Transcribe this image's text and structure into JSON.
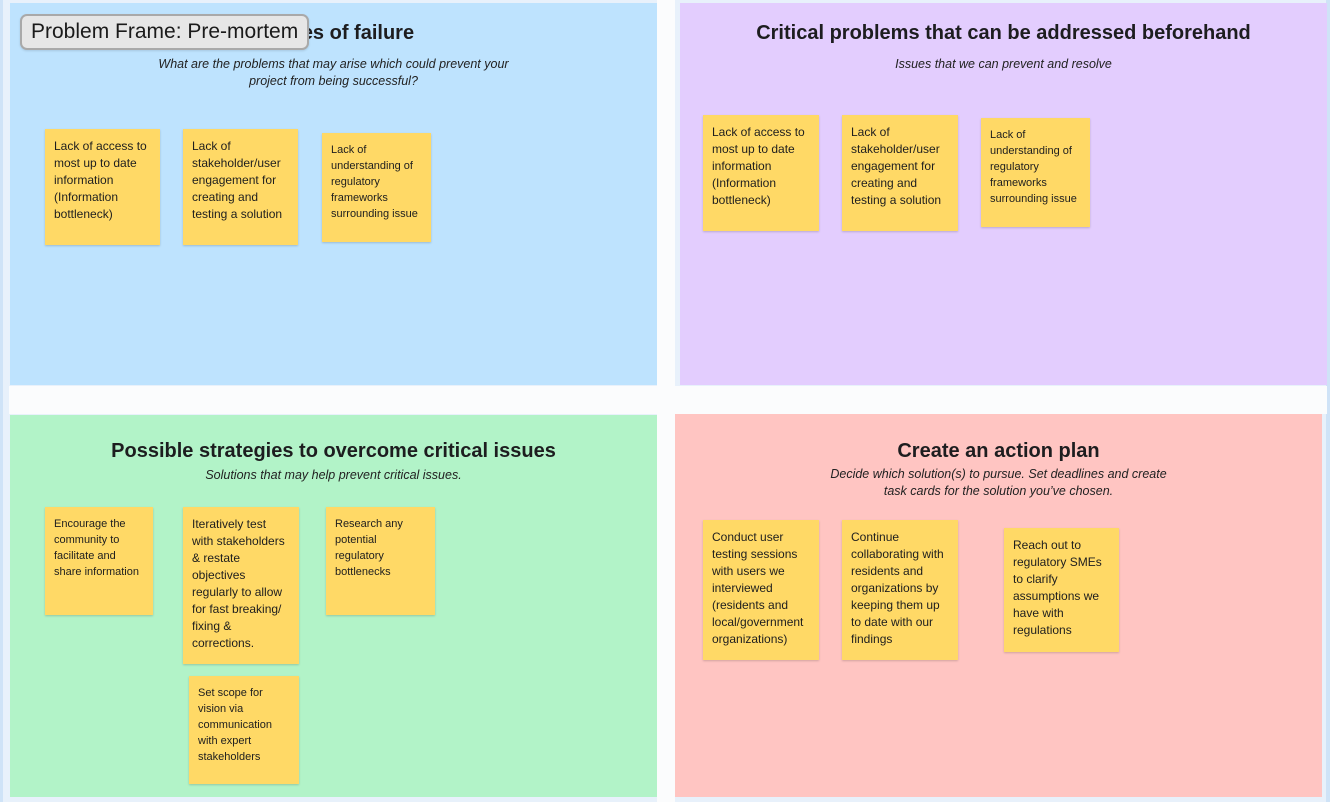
{
  "frame": {
    "label": "Problem Frame: Pre-mortem"
  },
  "colors": {
    "q1_bg": "#bee3fe",
    "q2_bg": "#e3cdfe",
    "q3_bg": "#b2f3c8",
    "q4_bg": "#ffc5c2",
    "note_bg": "#ffd966"
  },
  "quadrants": [
    {
      "title": "Causes of failure",
      "subtitle": "What are the problems that may arise which could prevent your project from being successful?",
      "notes": [
        "Lack of access to most up to date information (Information bottleneck)",
        "Lack of stakeholder/user engagement for creating and testing a solution",
        "Lack of understanding of regulatory frameworks surrounding issue"
      ]
    },
    {
      "title": "Critical problems that can be addressed beforehand",
      "subtitle": "Issues that we can prevent and resolve",
      "notes": [
        "Lack of access to most up to date information (Information bottleneck)",
        "Lack of stakeholder/user engagement for creating and testing a solution",
        "Lack of understanding of regulatory frameworks surrounding issue"
      ]
    },
    {
      "title": "Possible strategies to overcome critical issues",
      "subtitle": "Solutions that may help prevent critical issues.",
      "notes": [
        "Encourage the community to facilitate and share information",
        "Iteratively test with stakeholders & restate objectives regularly to allow for fast breaking/ fixing & corrections.",
        "Research any potential regulatory bottlenecks",
        "Set scope for vision via communication with expert stakeholders"
      ]
    },
    {
      "title": "Create an action plan",
      "subtitle": "Decide which solution(s) to pursue. Set deadlines and create task cards for the solution you’ve chosen.",
      "notes": [
        "Conduct user testing sessions with users we interviewed (residents and local/government organizations)",
        "Continue collaborating with residents and organizations by keeping them up to date with our findings",
        "Reach out to regulatory SMEs to clarify assumptions we have with regulations"
      ]
    }
  ]
}
